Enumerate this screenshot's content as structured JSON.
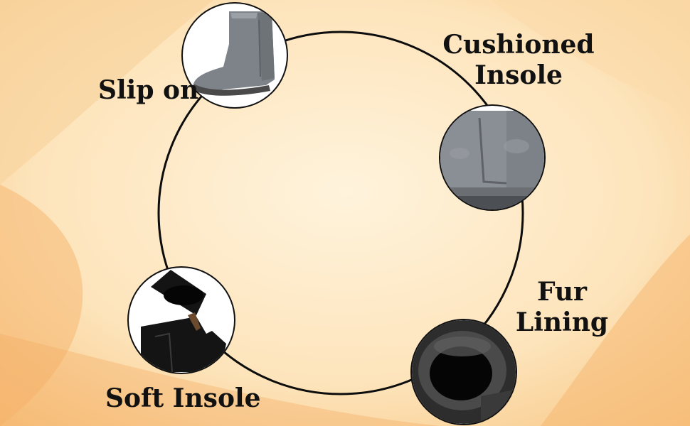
{
  "features": [
    {
      "id": "slip-on",
      "label": "Slip on"
    },
    {
      "id": "cushioned-insole",
      "label_line1": "Cushioned",
      "label_line2": "Insole"
    },
    {
      "id": "fur-lining",
      "label_line1": "Fur",
      "label_line2": "Lining"
    },
    {
      "id": "soft-insole",
      "label": "Soft Insole"
    }
  ],
  "colors": {
    "background_light": "#fdebc8",
    "background_warm": "#f6b873",
    "circle_stroke": "#0d0d0d",
    "boot_grey": "#7e8389",
    "boot_black": "#141414"
  },
  "icons": [
    "grey-boot-icon",
    "grey-boot-closeup-icon",
    "black-boot-icon",
    "fur-lining-icon"
  ]
}
